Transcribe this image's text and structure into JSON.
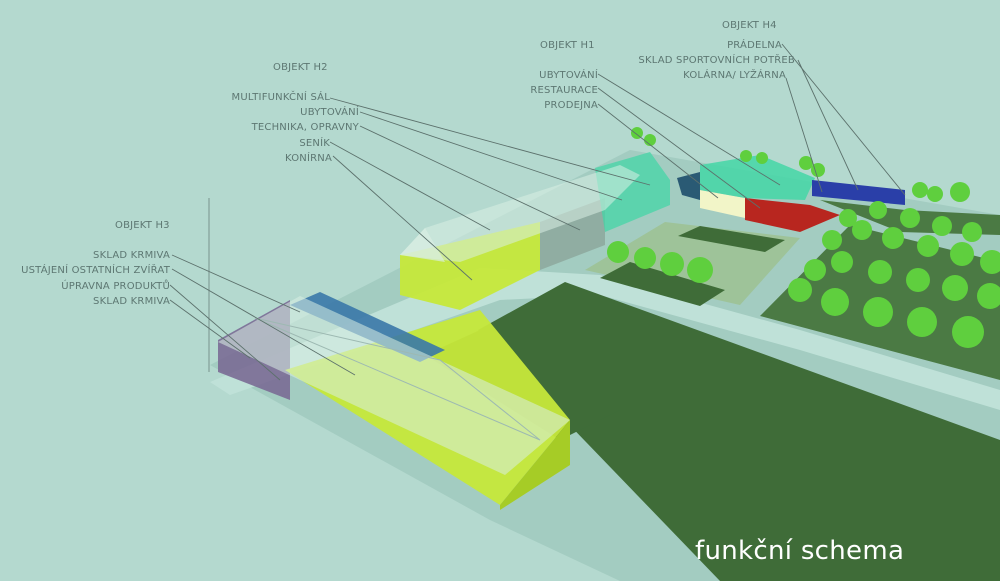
{
  "caption": "funkční schema",
  "objects": {
    "h1": {
      "heading": "OBJEKT H1",
      "items": [
        "UBYTOVÁNÍ",
        "RESTAURACE",
        "PRODEJNA"
      ]
    },
    "h2": {
      "heading": "OBJEKT H2",
      "items": [
        "MULTIFUNKČNÍ SÁL",
        "UBYTOVÁNÍ",
        "TECHNIKA, OPRAVNY",
        "SENÍK",
        "KONÍRNA"
      ]
    },
    "h3": {
      "heading": "OBJEKT H3",
      "items": [
        "SKLAD KRMIVA",
        "USTÁJENÍ OSTATNÍCH ZVÍŘAT",
        "ÚPRAVNA PRODUKTŮ",
        "SKLAD KRMIVA"
      ]
    },
    "h4": {
      "heading": "OBJEKT H4",
      "items": [
        "PRÁDELNA",
        "SKLAD SPORTOVNÍCH POTŘEB",
        "KOLÁRNA/ LYŽÁRNA"
      ]
    }
  },
  "colors": {
    "background": "#b4d9cf",
    "ground": "#a6cfc4",
    "field": "#3d6b37",
    "lawn": "#9fc39a",
    "tree": "#5fcf3e",
    "stable_lime": "#c6e83a",
    "accommodation": "#44d6a6",
    "restaurant": "#b8261f",
    "shop": "#f2f5c8",
    "storage_blue": "#2a3fa8",
    "leader_line": "#6b807b"
  }
}
